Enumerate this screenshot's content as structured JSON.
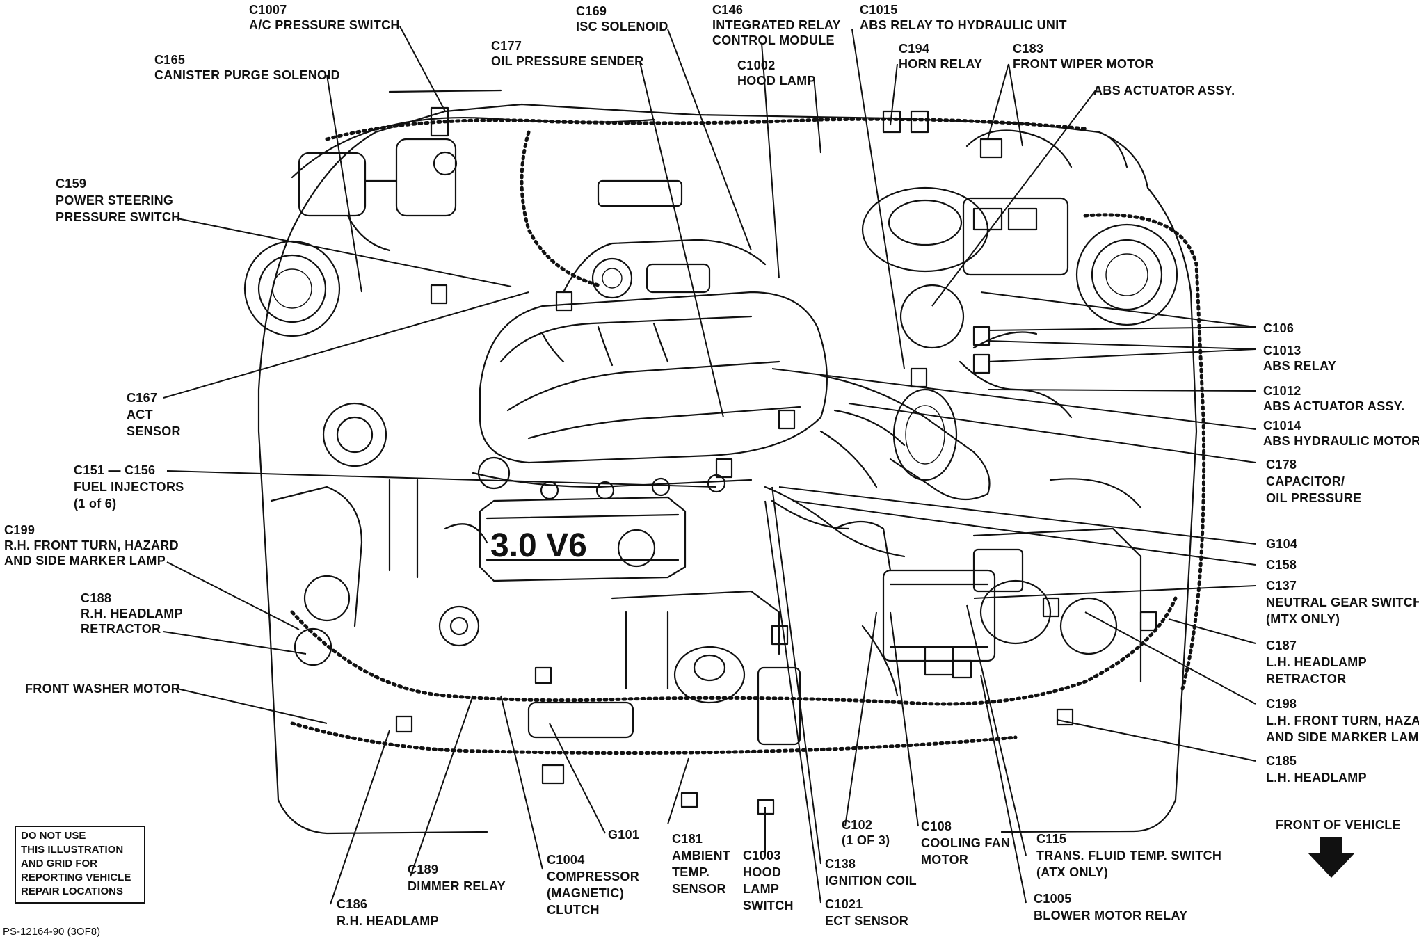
{
  "diagram": {
    "engine_badge": "3.0 V6",
    "front_of_vehicle": "FRONT OF VEHICLE",
    "note_lines": [
      "DO NOT USE",
      "THIS ILLUSTRATION",
      "AND GRID FOR",
      "REPORTING VEHICLE",
      "REPAIR LOCATIONS"
    ],
    "figure_id": "PS-12164-90 (3OF8)",
    "labels": {
      "c1007": [
        "C1007",
        "A/C PRESSURE SWITCH"
      ],
      "c165": [
        "C165",
        "CANISTER PURGE SOLENOID"
      ],
      "c169": [
        "C169",
        "ISC SOLENOID"
      ],
      "c177": [
        "C177",
        "OIL PRESSURE SENDER"
      ],
      "c146": [
        "C146",
        "INTEGRATED RELAY",
        "CONTROL MODULE"
      ],
      "c1002": [
        "C1002",
        "HOOD LAMP"
      ],
      "c1015": [
        "C1015",
        "ABS RELAY TO HYDRAULIC UNIT"
      ],
      "c194": [
        "C194",
        "HORN RELAY"
      ],
      "c183": [
        "C183",
        "FRONT WIPER MOTOR"
      ],
      "abs_actuator_top": [
        "ABS ACTUATOR ASSY."
      ],
      "c159": [
        "C159",
        "POWER STEERING",
        "PRESSURE SWITCH"
      ],
      "c167": [
        "C167",
        "ACT",
        "SENSOR"
      ],
      "c151": [
        "C151 — C156",
        "FUEL INJECTORS",
        "(1 of 6)"
      ],
      "c199": [
        "C199",
        "R.H. FRONT TURN, HAZARD",
        "AND SIDE MARKER LAMP"
      ],
      "c188": [
        "C188",
        "R.H. HEADLAMP",
        "RETRACTOR"
      ],
      "front_washer": [
        "FRONT WASHER MOTOR"
      ],
      "c106": [
        "C106"
      ],
      "c1013": [
        "C1013",
        "ABS RELAY"
      ],
      "c1012": [
        "C1012",
        "ABS ACTUATOR ASSY."
      ],
      "c1014": [
        "C1014",
        "ABS HYDRAULIC MOTOR"
      ],
      "c178": [
        "C178",
        "CAPACITOR/",
        "OIL PRESSURE"
      ],
      "g104": [
        "G104"
      ],
      "c158": [
        "C158"
      ],
      "c137": [
        "C137",
        "NEUTRAL GEAR SWITCH",
        "(MTX ONLY)"
      ],
      "c187": [
        "C187",
        "L.H. HEADLAMP",
        "RETRACTOR"
      ],
      "c198": [
        "C198",
        "L.H. FRONT TURN, HAZA",
        "AND SIDE MARKER LAM"
      ],
      "c185": [
        "C185",
        "L.H. HEADLAMP"
      ],
      "g101": [
        "G101"
      ],
      "c181": [
        "C181",
        "AMBIENT",
        "TEMP.",
        "SENSOR"
      ],
      "c1003": [
        "C1003",
        "HOOD",
        "LAMP",
        "SWITCH"
      ],
      "c102": [
        "C102",
        "(1 OF 3)"
      ],
      "c108": [
        "C108",
        "COOLING FAN",
        "MOTOR"
      ],
      "c115": [
        "C115",
        "TRANS. FLUID TEMP. SWITCH",
        "(ATX ONLY)"
      ],
      "c189": [
        "C189",
        "DIMMER RELAY"
      ],
      "c1004": [
        "C1004",
        "COMPRESSOR",
        "(MAGNETIC)",
        "CLUTCH"
      ],
      "c138": [
        "C138",
        "IGNITION COIL"
      ],
      "c186": [
        "C186",
        "R.H. HEADLAMP"
      ],
      "c1021": [
        "C1021",
        "ECT SENSOR"
      ],
      "c1005": [
        "C1005",
        "BLOWER MOTOR RELAY"
      ]
    }
  }
}
